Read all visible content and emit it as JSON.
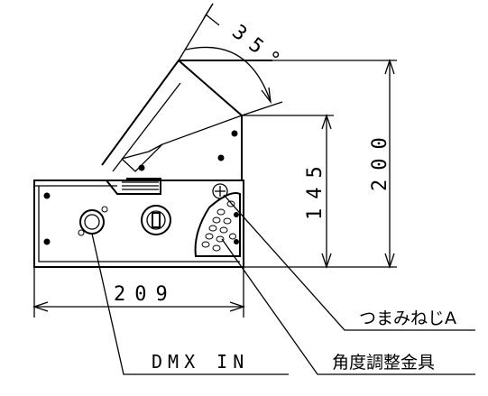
{
  "dimensions": {
    "angle": "35°",
    "height_total": "200",
    "height_body": "145",
    "width": "209"
  },
  "callouts": {
    "knob_screw": "つまみねじA",
    "angle_bracket": "角度調整金具",
    "dmx_in": "DMX IN"
  }
}
